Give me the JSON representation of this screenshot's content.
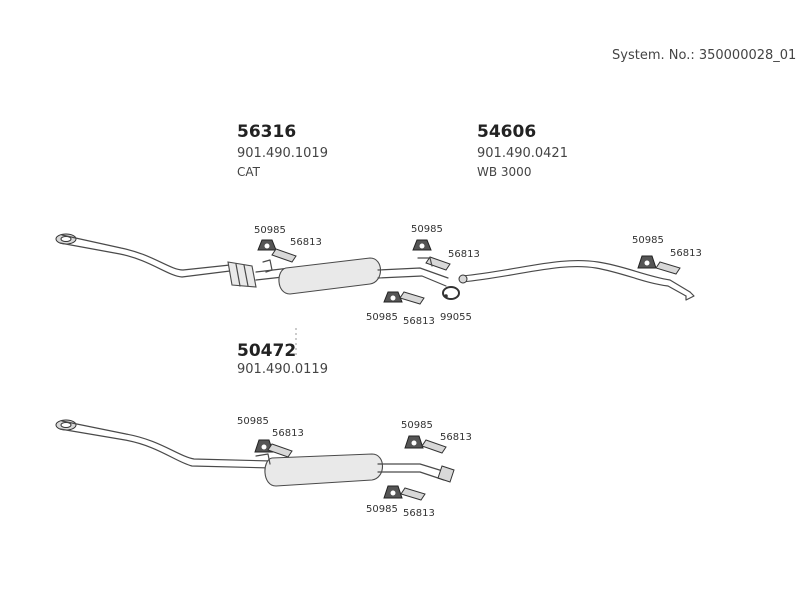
{
  "system_number": "System. No.: 350000028_01",
  "assembly_top": {
    "catalyst": {
      "part_no": "56316",
      "oe_no": "901.490.1019",
      "note": "CAT"
    },
    "rear_muffler": {
      "part_no": "54606",
      "oe_no": "901.490.0421",
      "note": "WB 3000"
    },
    "callouts": {
      "mount_a": "50985",
      "bracket_a": "56813",
      "mount_b": "50985",
      "bracket_b": "56813",
      "mount_c": "50985",
      "bracket_c": "56813",
      "mount_d": "50985",
      "bracket_d": "56813",
      "clamp": "99055"
    }
  },
  "assembly_bottom": {
    "muffler": {
      "part_no": "50472",
      "oe_no": "901.490.0119"
    },
    "callouts": {
      "mount_a": "50985",
      "bracket_a": "56813",
      "mount_b": "50985",
      "bracket_b": "56813",
      "mount_c": "50985",
      "bracket_c": "56813"
    }
  }
}
